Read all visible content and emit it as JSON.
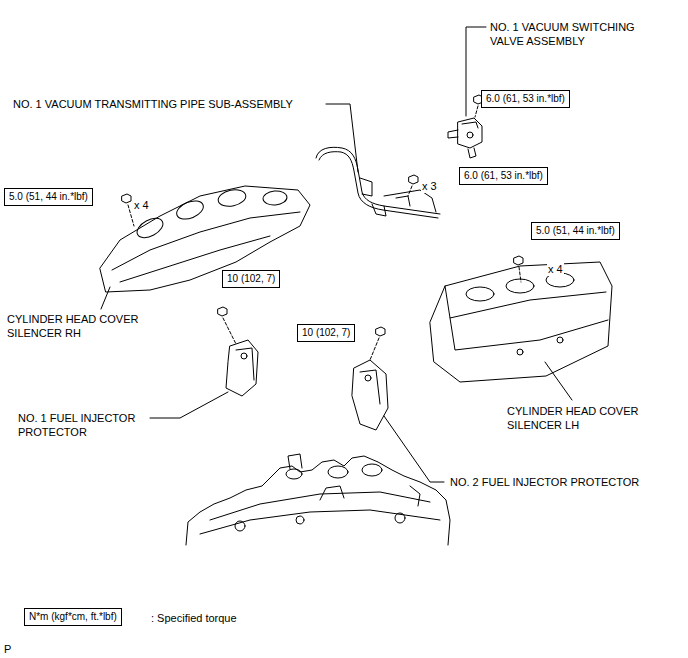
{
  "diagram": {
    "nodes": [
      {
        "text": [
          "6.0 (61, 53 in.*lbf)"
        ]
      },
      {
        "text": [
          "6.0 (61, 53 in.*lbf)"
        ]
      },
      {
        "text": [
          "5.0 (51, 44 in.*lbf)"
        ]
      },
      {
        "text": [
          "5.0 (51, 44 in.*lbf)"
        ]
      },
      {
        "text": [
          "10 (102, 7)"
        ]
      },
      {
        "text": [
          "10 (102, 7)"
        ]
      },
      {
        "text": [
          "N*m (kgf*cm, ft.*lbf)"
        ]
      }
    ],
    "labels": [
      "NO. 1 VACUUM SWITCHING VALVE ASSEMBLY",
      "NO. 1 VACUUM TRANSMITTING PIPE SUB-ASSEMBLY",
      "x 3",
      "x 4",
      "x 4",
      "CYLINDER HEAD COVER SILENCER RH",
      "CYLINDER HEAD COVER SILENCER LH",
      "NO. 1 FUEL INJECTOR PROTECTOR",
      "NO. 2 FUEL INJECTOR PROTECTOR",
      ": Specified torque",
      "P"
    ]
  }
}
